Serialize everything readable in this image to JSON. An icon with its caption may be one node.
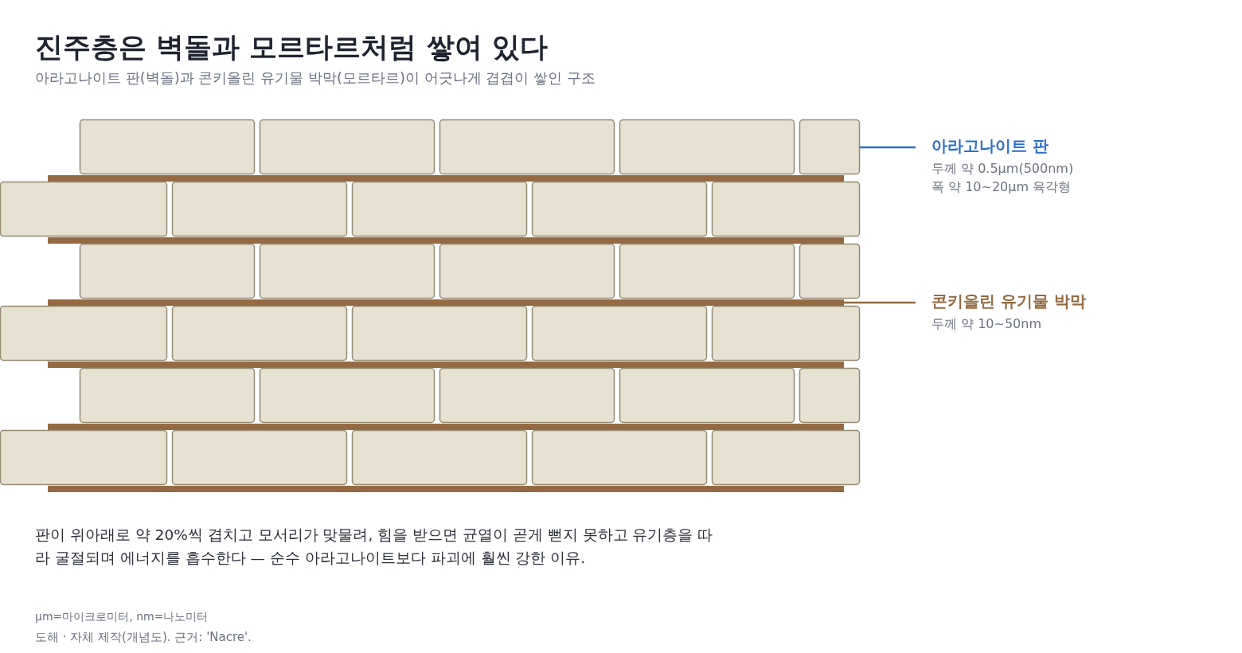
{
  "diagram": {
    "title": "진주층은 벽돌과 모르타르처럼 쌓여 있다",
    "nodes": [
      {
        "text": [
          "아라고나이트 판",
          "두께 약 0.5μm(500nm)",
          "폭 약 10~20μm 육각형"
        ]
      },
      {
        "text": [],
        "shape": "box"
      },
      {
        "text": [
          "콘키올린 유기물 박막",
          "두께 약 10~50nm"
        ]
      },
      {
        "text": [],
        "shape": "bar"
      }
    ],
    "edges": [
      {
        "from": 0,
        "to": 1,
        "arrow": "none",
        "color": "#2a6fc9"
      },
      {
        "from": 2,
        "to": 3,
        "arrow": "none",
        "color": "#956a42"
      }
    ],
    "labels": [
      "아라고나이트 판(벽돌)과 콘키올린 유기물 박막(모르타르)이 어긋나게 겹겹이 쌓인 구조",
      "판이 위아래로 약 20%씩 겹치고 모서리가 맞물려, 힘을 받으면 균열이 곧게 뻗지 못하고 유기층을 따라 굴절되며 에너지를 흡수한다 — 순수 아라고나이트보다 파괴에 훨씬 강한 이유.",
      "μm=마이크로미터, nm=나노미터",
      "도해 · 자체 제작(개념도). 근거: 'Nacre'."
    ]
  }
}
